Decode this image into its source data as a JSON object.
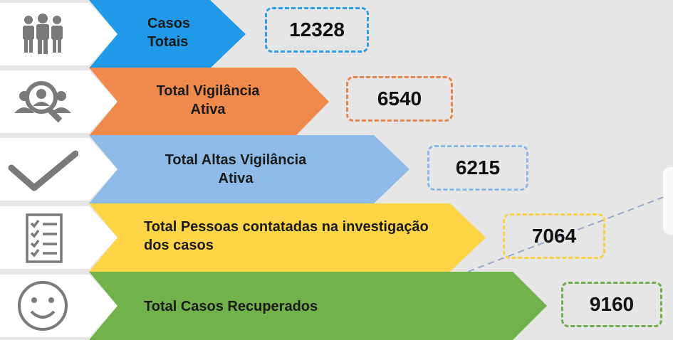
{
  "rows": [
    {
      "label_lines": [
        "Casos",
        "Totais"
      ],
      "value": "12328",
      "color": "#1e9ae8",
      "box_color": "#2ca0e6",
      "icon": "people-group-icon"
    },
    {
      "label_lines": [
        "Total Vigilância",
        "Ativa"
      ],
      "value": "6540",
      "color": "#ef8a4c",
      "box_color": "#e8874b",
      "icon": "search-people-icon"
    },
    {
      "label_lines": [
        "Total Altas Vigilância",
        "Ativa"
      ],
      "value": "6215",
      "color": "#8fbbe9",
      "box_color": "#8fb7e6",
      "icon": "checkmark-icon"
    },
    {
      "label_lines": [
        "Total Pessoas contatadas na investigação",
        "dos casos"
      ],
      "value": "7064",
      "color": "#fdd547",
      "box_color": "#f7d24a",
      "icon": "checklist-icon"
    },
    {
      "label_lines": [
        "Total Casos Recuperados"
      ],
      "value": "9160",
      "color": "#72b24b",
      "box_color": "#70b04b",
      "icon": "smiley-face-icon"
    }
  ]
}
